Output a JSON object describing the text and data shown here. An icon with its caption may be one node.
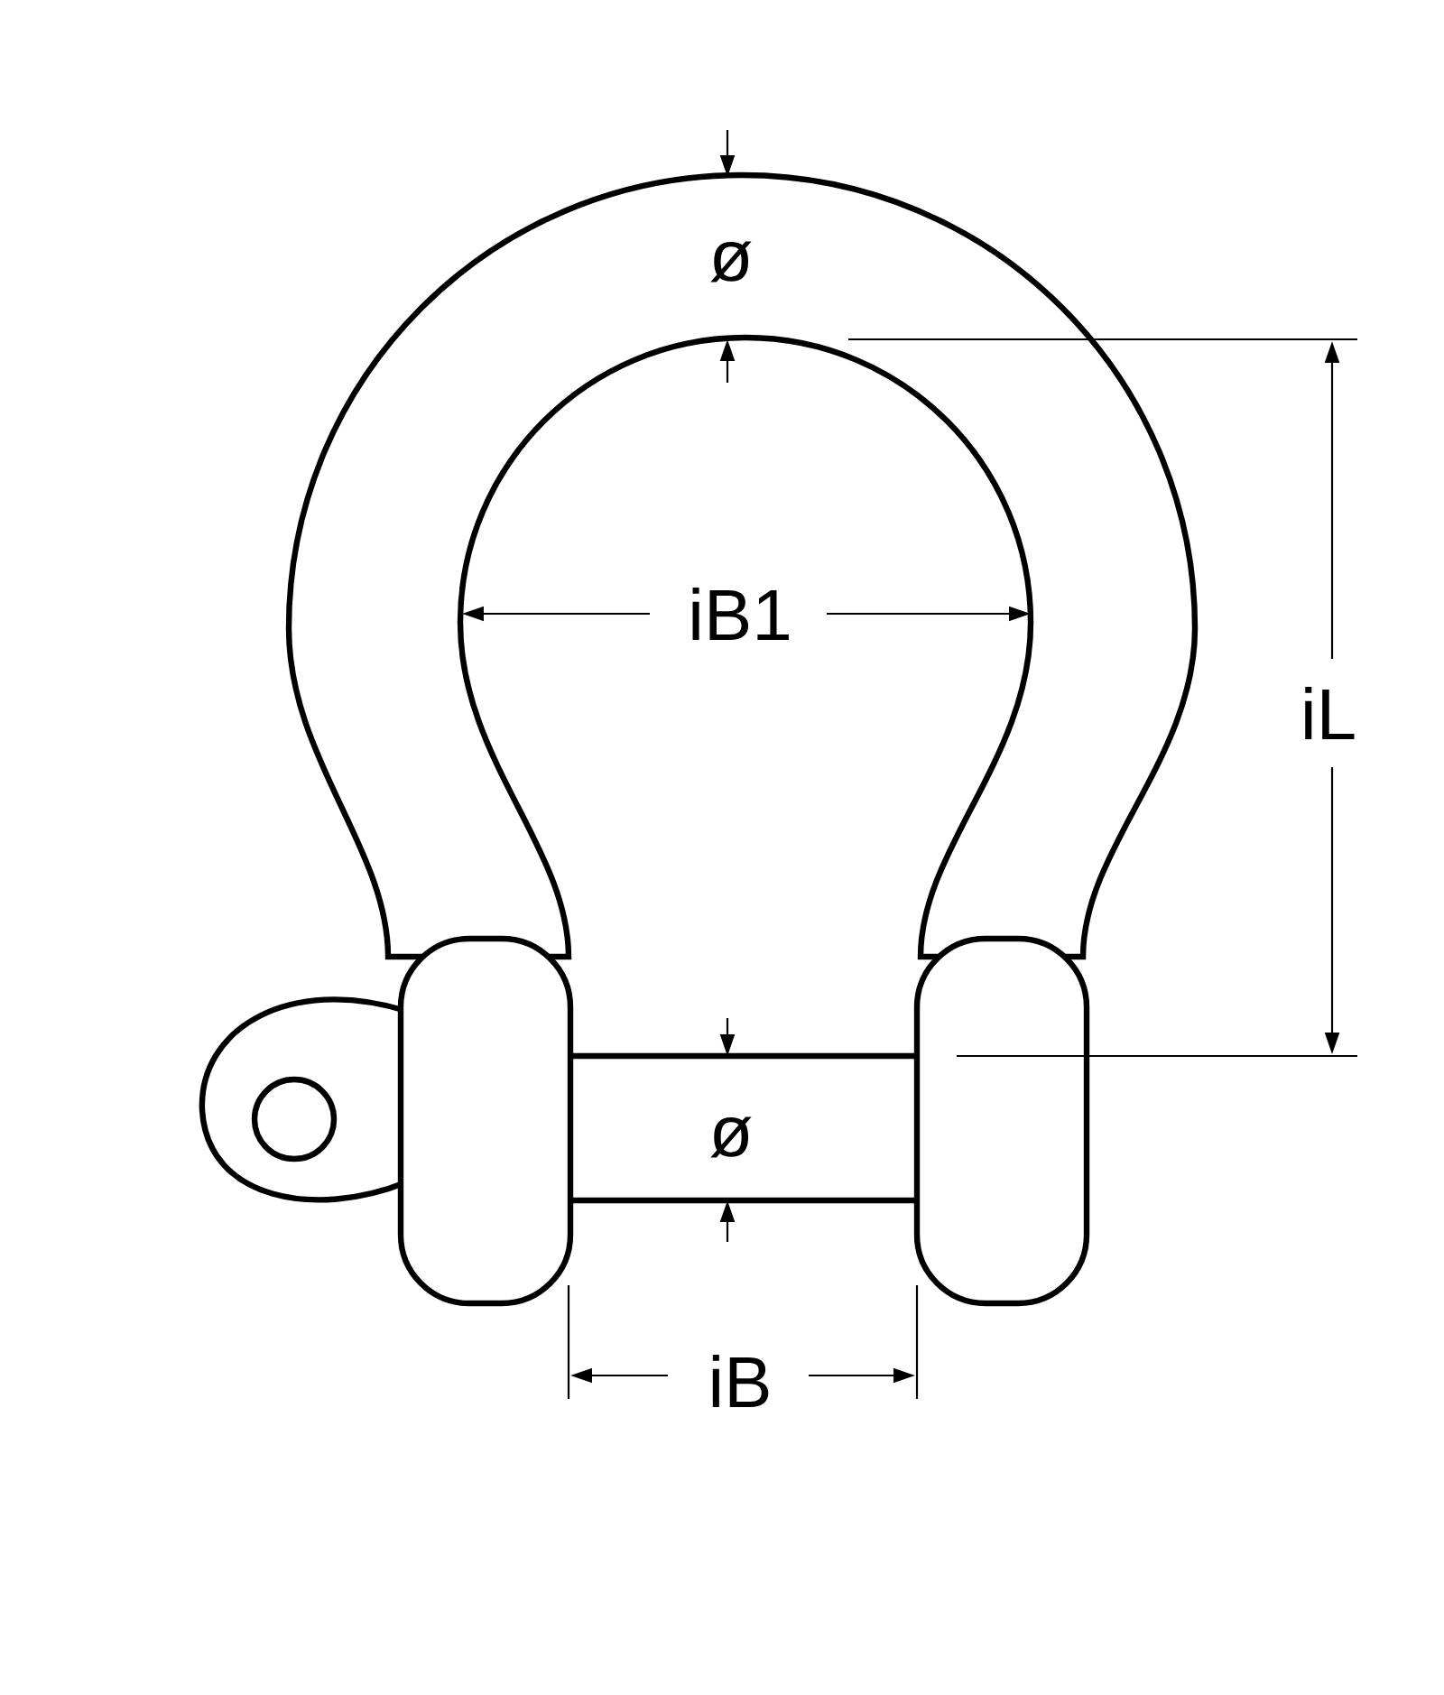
{
  "diagram": {
    "labels": [
      "ø",
      "iB1",
      "iL",
      "ø",
      "iB"
    ]
  }
}
